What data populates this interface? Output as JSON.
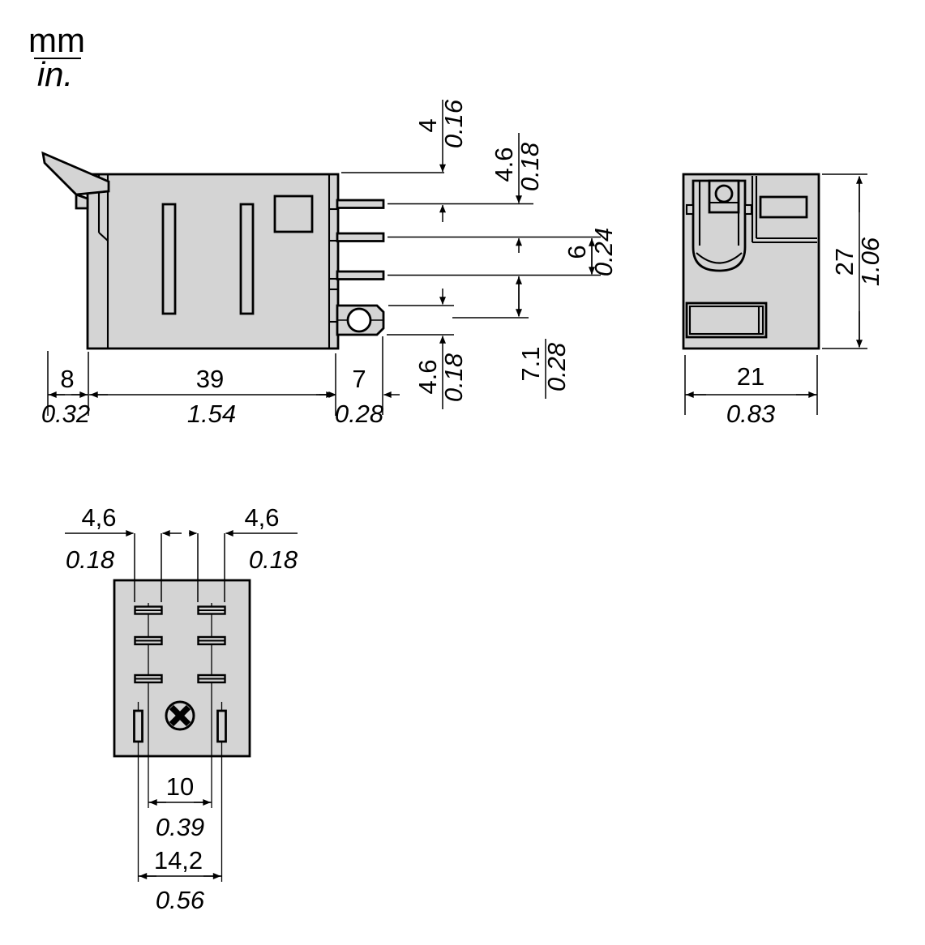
{
  "legend": {
    "metric_unit": "mm",
    "imperial_unit": "in."
  },
  "side_view": {
    "dims": {
      "lever_offset_mm": "8",
      "lever_offset_in": "0.32",
      "body_length_mm": "39",
      "body_length_in": "1.54",
      "terminal_proj_mm": "7",
      "terminal_proj_in": "0.28",
      "top_to_pin1_mm": "4",
      "top_to_pin1_in": "0.16",
      "pin1_to_pin2_mm": "4.6",
      "pin1_to_pin2_in": "0.18",
      "pin2_to_pin3_mm": "6",
      "pin2_to_pin3_in": "0.24",
      "pin3_to_terminal_mm": "7.1",
      "pin3_to_terminal_in": "0.28",
      "terminal_height_mm": "4.6",
      "terminal_height_in": "0.18"
    }
  },
  "front_view": {
    "dims": {
      "height_mm": "27",
      "height_in": "1.06",
      "width_mm": "21",
      "width_in": "0.83"
    }
  },
  "bottom_view": {
    "dims": {
      "slot_width_left_mm": "4,6",
      "slot_width_left_in": "0.18",
      "slot_width_right_mm": "4,6",
      "slot_width_right_in": "0.18",
      "pin_span_inner_mm": "10",
      "pin_span_inner_in": "0.39",
      "pin_span_outer_mm": "14,2",
      "pin_span_outer_in": "0.56"
    }
  },
  "colors": {
    "body_fill": "#d4d4d4",
    "line": "#000000",
    "background": "#ffffff"
  }
}
